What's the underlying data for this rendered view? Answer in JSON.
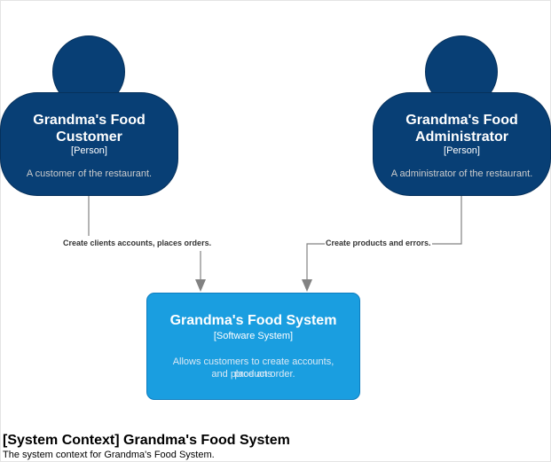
{
  "diagram": {
    "title": "[System Context] Grandma's Food System",
    "subtitle": "The system context for Grandma's Food System."
  },
  "nodes": {
    "customer": {
      "title_line1": "Grandma's Food",
      "title_line2": "Customer",
      "type": "[Person]",
      "description": "A customer of the restaurant."
    },
    "administrator": {
      "title_line1": "Grandma's Food",
      "title_line2": "Administrator",
      "type": "[Person]",
      "description": "A administrator of the restaurant."
    },
    "system": {
      "title": "Grandma's Food System",
      "type": "[Software System]",
      "description_line1": "Allows customers to create accounts, products",
      "description_line2": "and place an order."
    }
  },
  "edges": {
    "customer_to_system": "Create clients accounts, places orders.",
    "administrator_to_system": "Create products and errors."
  },
  "colors": {
    "person": "#083f75",
    "system": "#1a9ee0",
    "edge": "#828282"
  }
}
